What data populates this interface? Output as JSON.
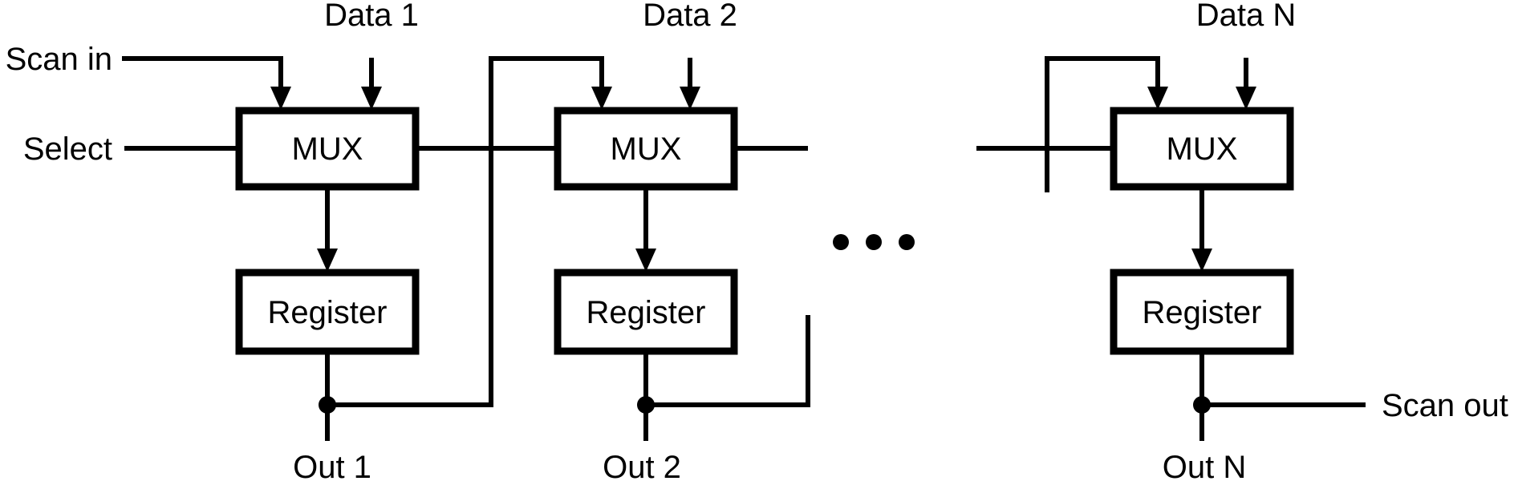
{
  "diagram": {
    "type": "block-diagram",
    "description": "Scan-chain register structure with multiplexed scan path",
    "background_color": "#ffffff",
    "ink_color": "#000000",
    "labels": {
      "scan_in": "Scan in",
      "select": "Select",
      "scan_out": "Scan out"
    },
    "stages": [
      {
        "data_label": "Data 1",
        "mux_label": "MUX",
        "register_label": "Register",
        "out_label": "Out 1"
      },
      {
        "data_label": "Data 2",
        "mux_label": "MUX",
        "register_label": "Register",
        "out_label": "Out 2"
      },
      {
        "data_label": "Data N",
        "mux_label": "MUX",
        "register_label": "Register",
        "out_label": "Out N"
      }
    ]
  }
}
